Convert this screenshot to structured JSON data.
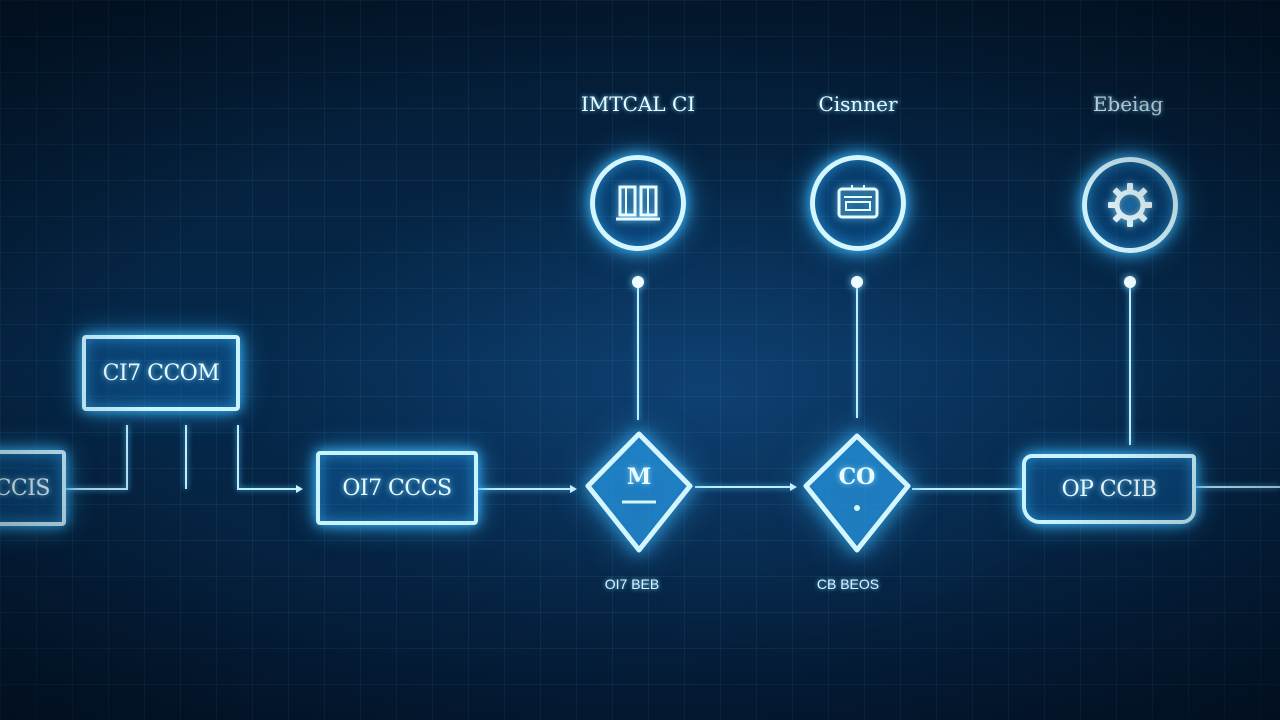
{
  "boxes": {
    "left_edge": "CCIS",
    "upper": "CI7 CCOM",
    "middle": "OI7 CCCS",
    "right": "OP CCIB"
  },
  "diamonds": {
    "first": {
      "glyph": "M",
      "label": "OI7 BEB"
    },
    "second": {
      "glyph": "CO",
      "label": "CB BEOS"
    }
  },
  "top_nodes": [
    {
      "label": "IMTCAL CI",
      "icon": "book-icon"
    },
    {
      "label": "Cisnner",
      "icon": "monitor-icon"
    },
    {
      "label": "Ebeiag",
      "icon": "gear-icon"
    }
  ],
  "colors": {
    "background": "#031a33",
    "glow": "#39b8ff",
    "line": "#c9f3ff"
  }
}
